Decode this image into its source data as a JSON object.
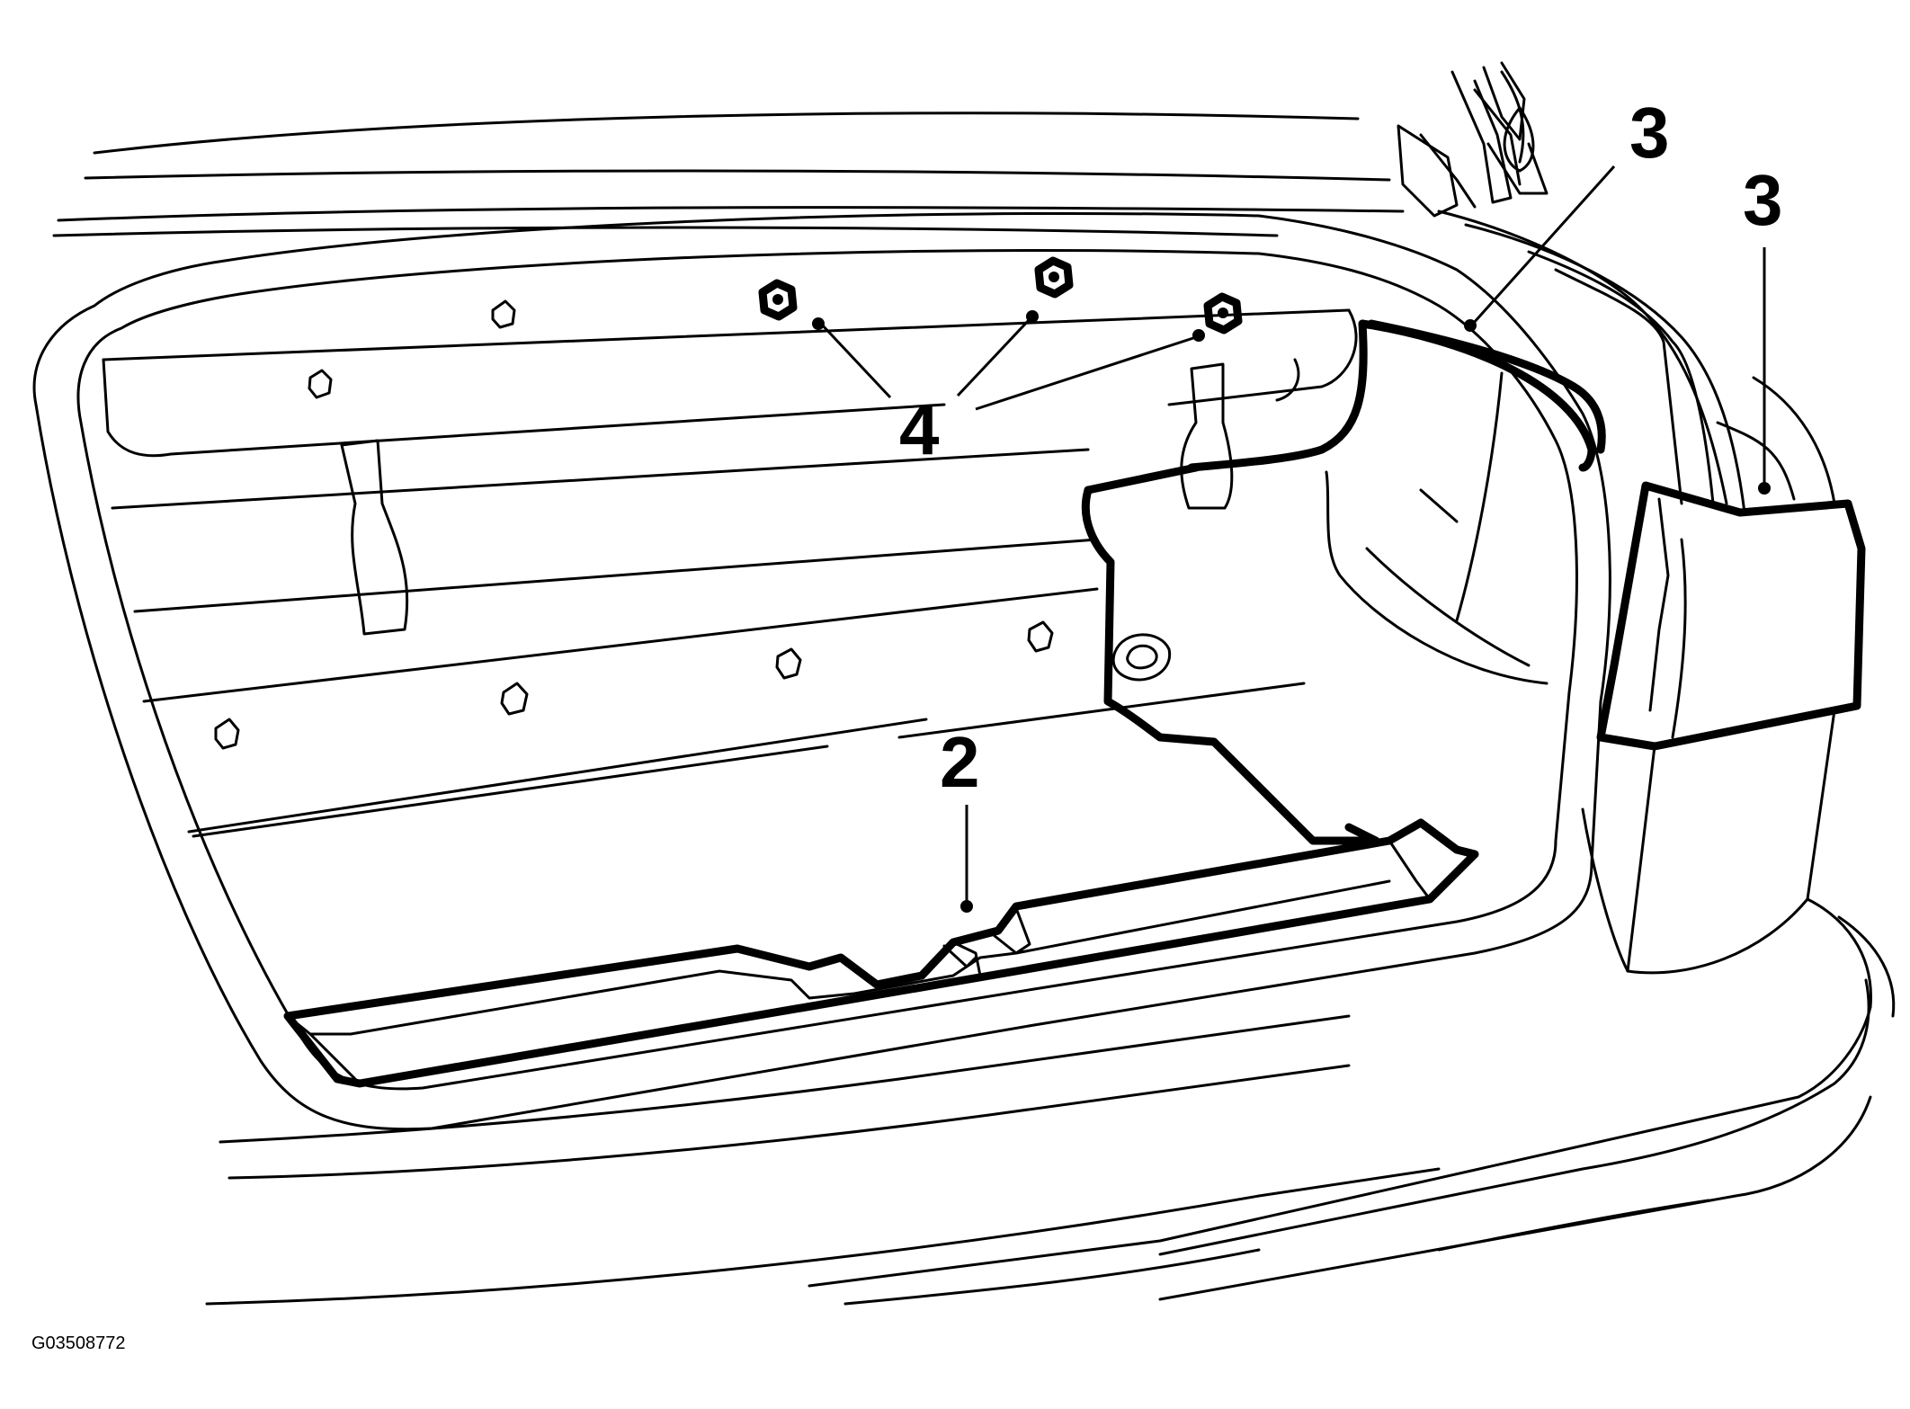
{
  "diagram": {
    "figure_id": "G03508772",
    "callouts": [
      {
        "id": "callout-4",
        "label": "4",
        "part": "trim-clip-nuts"
      },
      {
        "id": "callout-3-inner",
        "label": "3",
        "part": "trunk-side-weatherstrip"
      },
      {
        "id": "callout-3-outer",
        "label": "3",
        "part": "tail-lamp-seal"
      },
      {
        "id": "callout-2",
        "label": "2",
        "part": "trunk-sill-panel"
      }
    ],
    "colors": {
      "line": "#000000",
      "background": "#ffffff"
    }
  }
}
